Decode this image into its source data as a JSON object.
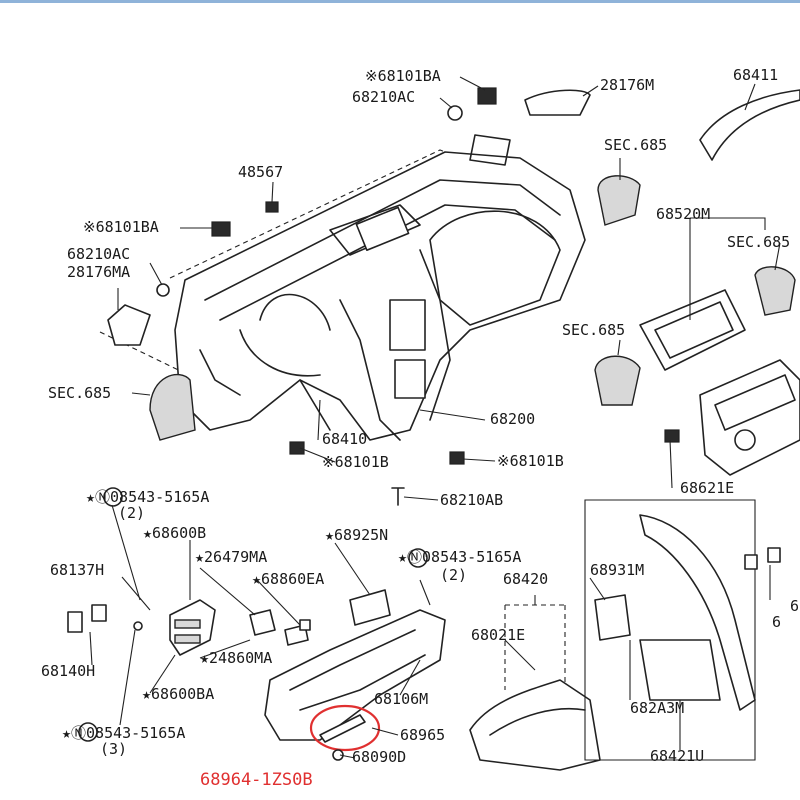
{
  "colors": {
    "ink": "#222222",
    "highlight": "#e03030",
    "top_bar": "#8fb3d9"
  },
  "labels": {
    "l01": "※68101BA",
    "l02": "68210AC",
    "l03": "28176M",
    "l04": "68411",
    "l05": "SEC.685",
    "l06": "48567",
    "l07": "※68101BA",
    "l08": "68520M",
    "l09": "SEC.685",
    "l10": "68210AC",
    "l11": "28176MA",
    "l12": "SEC.685",
    "l13": "SEC.685",
    "l14": "68200",
    "l15": "68410",
    "l16": "※68101B",
    "l17": "※68101B",
    "l18": "68621E",
    "l19": "68210AB",
    "l20": "★Ⓝ08543-5165A",
    "l21": "(2)",
    "l22": "★68600B",
    "l23": "★68925N",
    "l24": "★Ⓝ08543-5165A",
    "l25": "(2)",
    "l26": "68137H",
    "l27": "★26479MA",
    "l28": "★68860EA",
    "l29": "68420",
    "l30": "68931M",
    "l31": "68021E",
    "l32": "★24860MA",
    "l33": "68140H",
    "l34": "★68600BA",
    "l35": "68106M",
    "l36": "682A3M",
    "l37": "★Ⓝ08543-5165A",
    "l38": "(3)",
    "l39": "68965",
    "l40": "68090D",
    "l41": "68421U",
    "l42": "6",
    "l43": "6"
  },
  "highlight_part": "68964-1ZS0B"
}
